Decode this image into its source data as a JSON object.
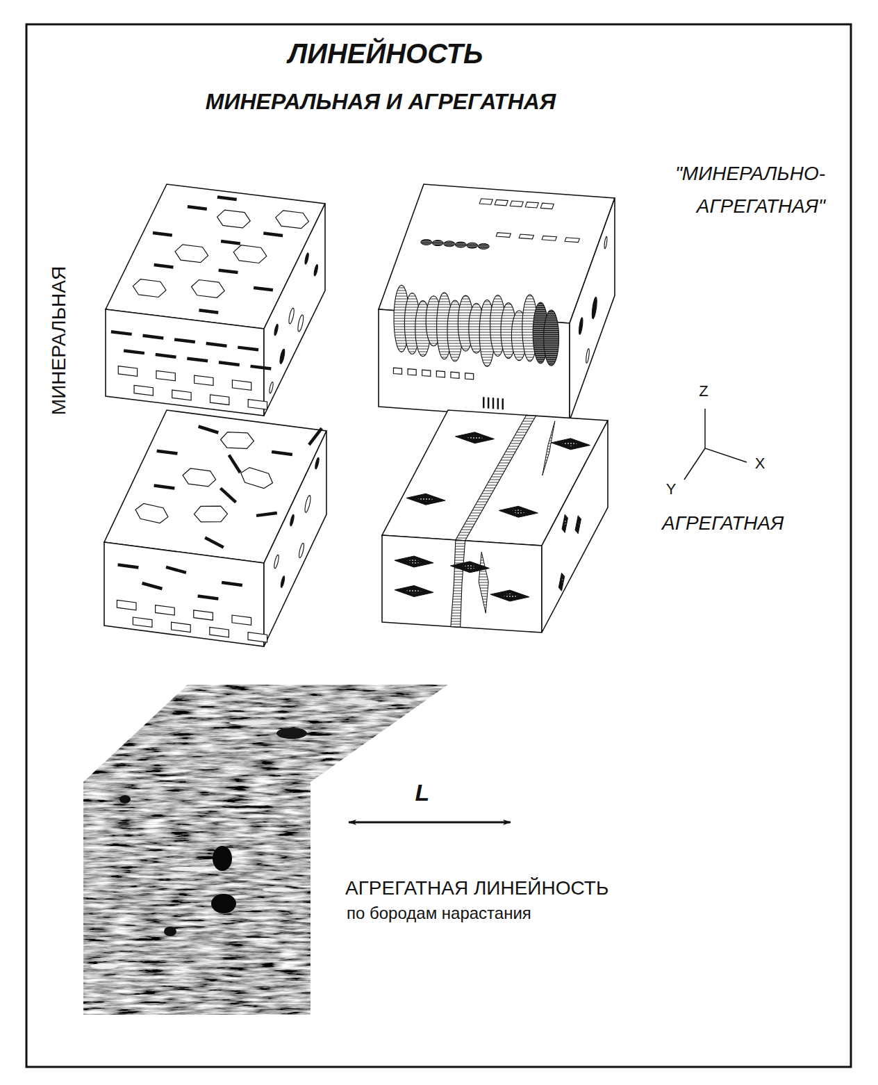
{
  "diagram": {
    "title": "ЛИНЕЙНОСТЬ",
    "labels": [
      "МИНЕРАЛЬНАЯ И АГРЕГАТНАЯ",
      "\"МИНЕРАЛЬНО- АГРЕГАТНАЯ\"",
      "МИНЕРАЛЬНАЯ",
      "Z",
      "X",
      "Y",
      "АГРЕГАТНАЯ",
      "L",
      "АГРЕГАТНАЯ ЛИНЕЙНОСТЬ",
      "по бородам нарастания"
    ]
  }
}
